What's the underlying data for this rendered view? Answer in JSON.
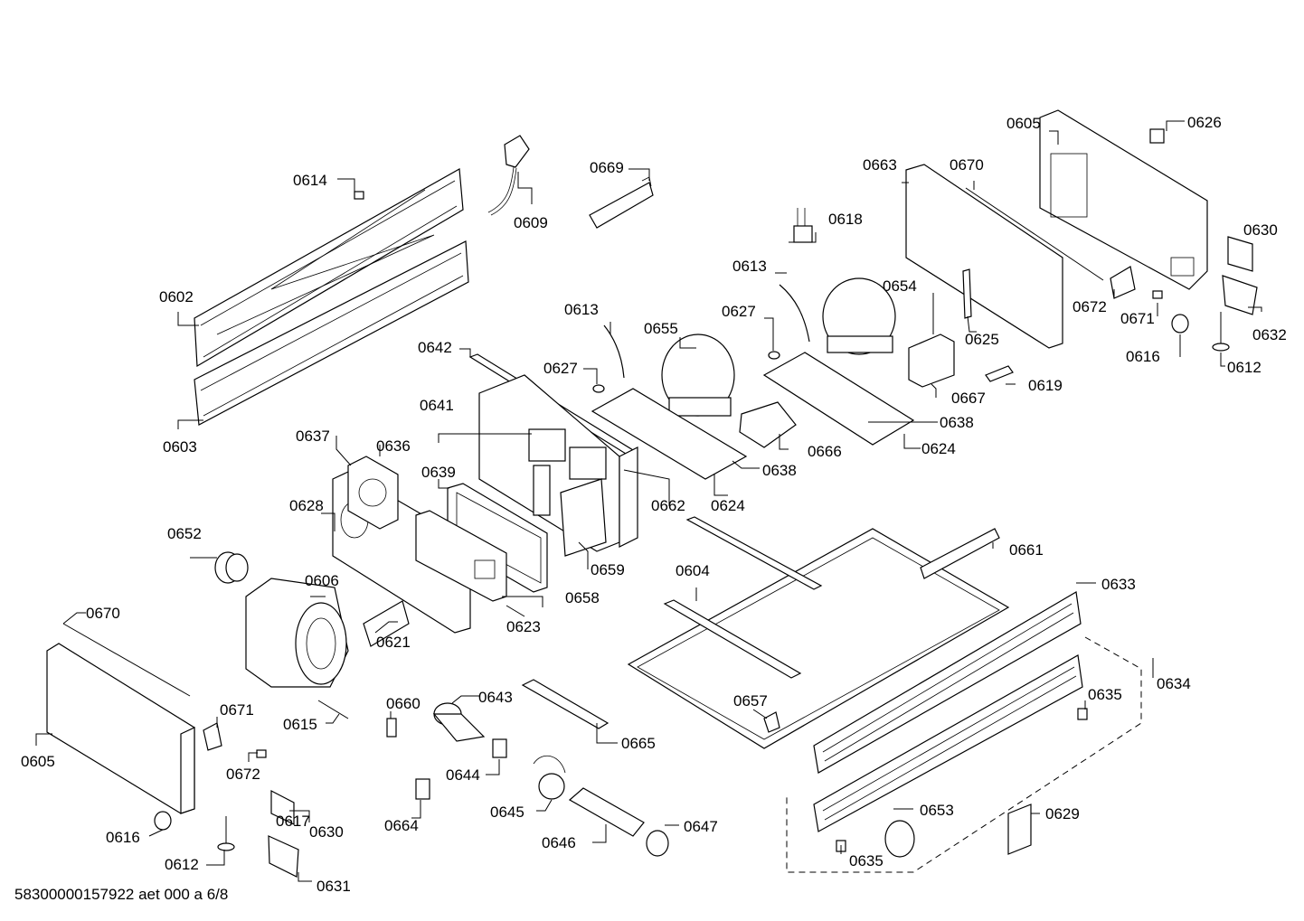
{
  "labels": {
    "p0602": "0602",
    "p0603": "0603",
    "p0604": "0604",
    "p0605_top": "0605",
    "p0605_left": "0605",
    "p0606": "0606",
    "p0609": "0609",
    "p0612_right": "0612",
    "p0612_left": "0612",
    "p0613_a": "0613",
    "p0613_b": "0613",
    "p0614": "0614",
    "p0615": "0615",
    "p0616_right": "0616",
    "p0616_left": "0616",
    "p0617": "0617",
    "p0618": "0618",
    "p0619": "0619",
    "p0621": "0621",
    "p0623": "0623",
    "p0624_a": "0624",
    "p0624_b": "0624",
    "p0625": "0625",
    "p0626": "0626",
    "p0627_a": "0627",
    "p0627_b": "0627",
    "p0628": "0628",
    "p0629": "0629",
    "p0630_right": "0630",
    "p0630_left": "0630",
    "p0631": "0631",
    "p0632": "0632",
    "p0633": "0633",
    "p0634": "0634",
    "p0635_a": "0635",
    "p0635_b": "0635",
    "p0636": "0636",
    "p0637": "0637",
    "p0638_a": "0638",
    "p0638_b": "0638",
    "p0639": "0639",
    "p0641": "0641",
    "p0642": "0642",
    "p0643": "0643",
    "p0644": "0644",
    "p0645": "0645",
    "p0646": "0646",
    "p0647": "0647",
    "p0652": "0652",
    "p0653": "0653",
    "p0654": "0654",
    "p0655": "0655",
    "p0657": "0657",
    "p0658": "0658",
    "p0659": "0659",
    "p0660": "0660",
    "p0661": "0661",
    "p0662": "0662",
    "p0663": "0663",
    "p0664": "0664",
    "p0665": "0665",
    "p0666": "0666",
    "p0667": "0667",
    "p0669": "0669",
    "p0670_top": "0670",
    "p0670_left": "0670",
    "p0671_right": "0671",
    "p0671_left": "0671",
    "p0672_right": "0672",
    "p0672_left": "0672"
  },
  "footer": "58300000157922 aet 000 a 6/8"
}
